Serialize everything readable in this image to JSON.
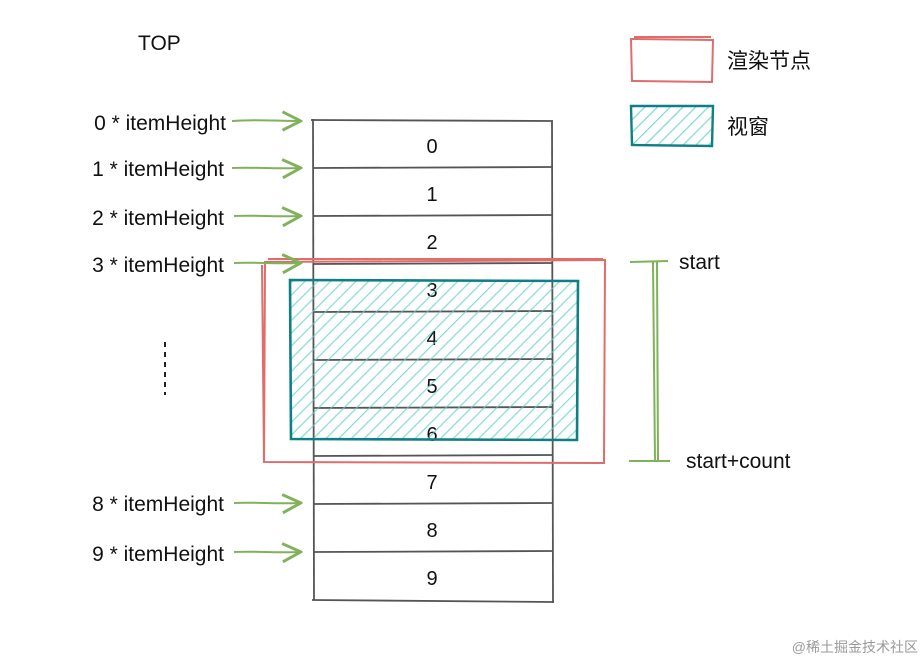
{
  "top_label": "TOP",
  "offset_labels": [
    "0 * itemHeight",
    "1 * itemHeight",
    "2 * itemHeight",
    "3 * itemHeight",
    "8 * itemHeight",
    "9 * itemHeight"
  ],
  "cells": [
    "0",
    "1",
    "2",
    "3",
    "4",
    "5",
    "6",
    "7",
    "8",
    "9"
  ],
  "legend": {
    "render_nodes": "渲染节点",
    "viewport": "视窗"
  },
  "range": {
    "start": "start",
    "end": "start+count"
  },
  "watermark": "@稀土掘金技术社区",
  "colors": {
    "render_box": "#e06c6c",
    "viewport_stroke": "#0f7f86",
    "viewport_hatch": "#5ccfc7",
    "arrow": "#7fb25a",
    "list_stroke": "#555555"
  }
}
